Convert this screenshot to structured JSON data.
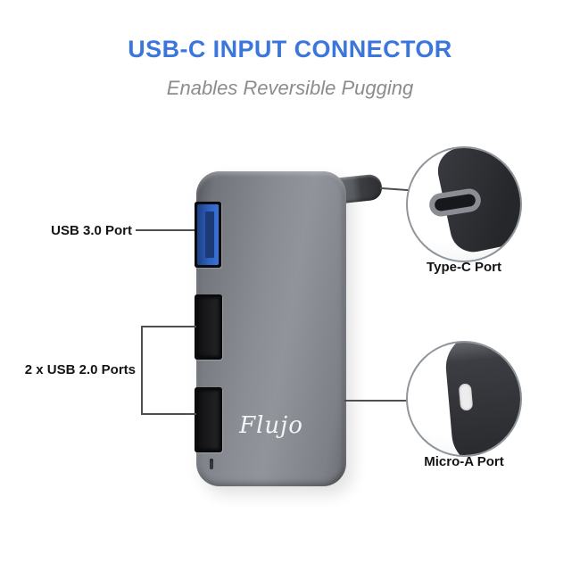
{
  "header": {
    "title": "USB-C INPUT CONNECTOR",
    "subtitle": "Enables Reversible Pugging"
  },
  "device": {
    "brand": "Flujo"
  },
  "annotations": {
    "usb3_label": "USB 3.0 Port",
    "usb2_label": "2 x USB 2.0 Ports",
    "typec_label": "Type-C Port",
    "micro_label": "Micro-A Port"
  },
  "colors": {
    "title_blue": "#3b76dd",
    "subtitle_gray": "#8c8c8c",
    "usb3_port_blue": "#2e62c2",
    "device_gray": "#84888e"
  }
}
